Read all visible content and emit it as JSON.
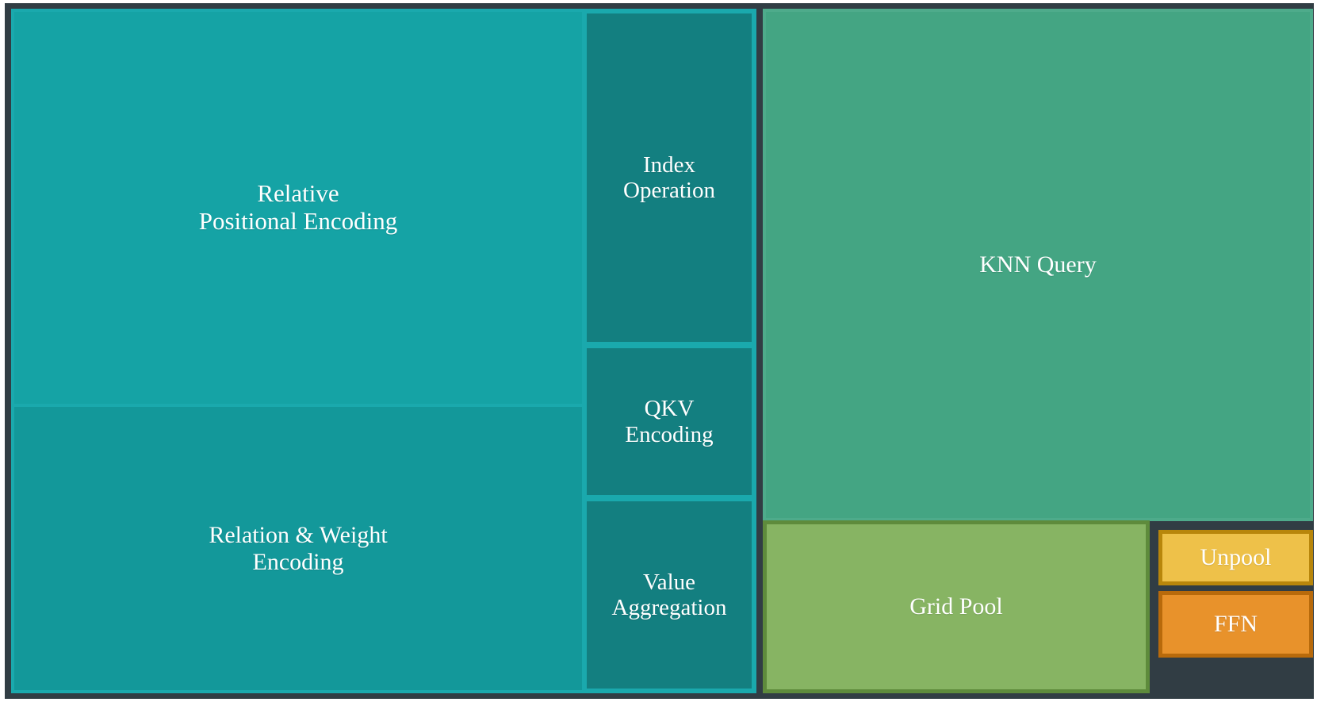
{
  "chart_data": {
    "type": "treemap",
    "title": "",
    "subtitle": "",
    "xlabel": "",
    "ylabel": "",
    "legend": [],
    "grid": false,
    "background_color": "#313d44",
    "label_color": "#ffffff",
    "groups": [
      {
        "name": "attention-group",
        "border_color": "#1aa9ad",
        "leaves": [
          {
            "id": "rpe",
            "label": "Relative\nPositional Encoding",
            "color": "#15a3a5",
            "area_fraction": 0.273
          },
          {
            "id": "rwe",
            "label": "Relation & Weight\nEncoding",
            "color": "#13989a",
            "area_fraction": 0.197
          },
          {
            "id": "index",
            "label": "Index\nOperation",
            "color": "#137f80",
            "area_fraction": 0.069
          },
          {
            "id": "qkv",
            "label": "QKV\nEncoding",
            "color": "#137f80",
            "area_fraction": 0.031
          },
          {
            "id": "value",
            "label": "Value\nAggregation",
            "color": "#137f80",
            "area_fraction": 0.039
          }
        ]
      },
      {
        "name": "knn-group",
        "border_color": "#4eab8b",
        "leaves": [
          {
            "id": "knn",
            "label": "KNN Query",
            "color": "#44a583",
            "area_fraction": 0.312
          }
        ]
      },
      {
        "name": "pool-group",
        "border_color": "#5e8b3c",
        "leaves": [
          {
            "id": "grid",
            "label": "Grid Pool",
            "color": "#87b463",
            "area_fraction": 0.0604
          },
          {
            "id": "unpool",
            "label": "Unpool",
            "color": "#eec149",
            "area_fraction": 0.0094
          },
          {
            "id": "ffn",
            "label": "FFN",
            "color": "#e8922b",
            "area_fraction": 0.011
          }
        ]
      }
    ]
  },
  "blocks": {
    "relative_positional_encoding": {
      "label": "Relative\nPositional Encoding",
      "color": "#15a3a5"
    },
    "relation_weight_encoding": {
      "label": "Relation & Weight\nEncoding",
      "color": "#13989a"
    },
    "index_operation": {
      "label": "Index\nOperation",
      "color": "#137f80"
    },
    "qkv_encoding": {
      "label": "QKV\nEncoding",
      "color": "#137f80"
    },
    "value_aggregation": {
      "label": "Value\nAggregation",
      "color": "#137f80"
    },
    "knn_query": {
      "label": "KNN Query",
      "color": "#44a583"
    },
    "grid_pool": {
      "label": "Grid Pool",
      "color": "#87b463"
    },
    "unpool": {
      "label": "Unpool",
      "color": "#eec149"
    },
    "ffn": {
      "label": "FFN",
      "color": "#e8922b"
    }
  }
}
